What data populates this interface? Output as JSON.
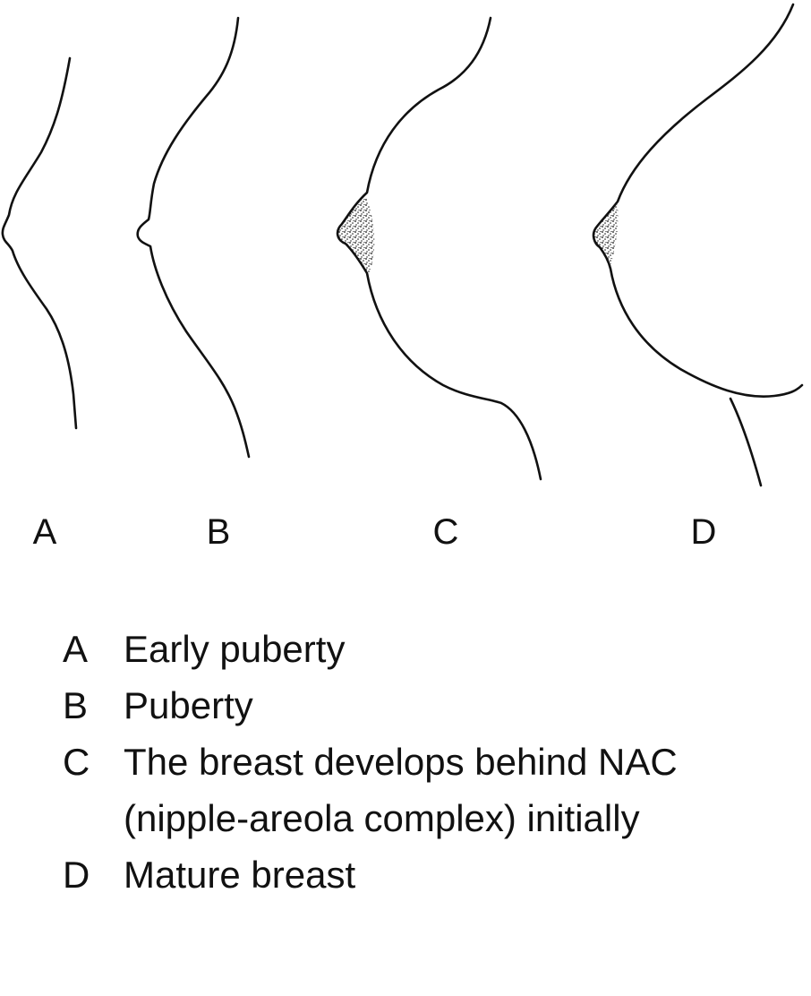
{
  "stages": [
    {
      "id": "A",
      "label": "A"
    },
    {
      "id": "B",
      "label": "B"
    },
    {
      "id": "C",
      "label": "C"
    },
    {
      "id": "D",
      "label": "D"
    }
  ],
  "legend": [
    {
      "key": "A",
      "text": "Early puberty"
    },
    {
      "key": "B",
      "text": "Puberty"
    },
    {
      "key": "C",
      "text": "The breast develops behind NAC (nipple-areola complex) initially"
    },
    {
      "key": "D",
      "text": "Mature breast"
    }
  ]
}
